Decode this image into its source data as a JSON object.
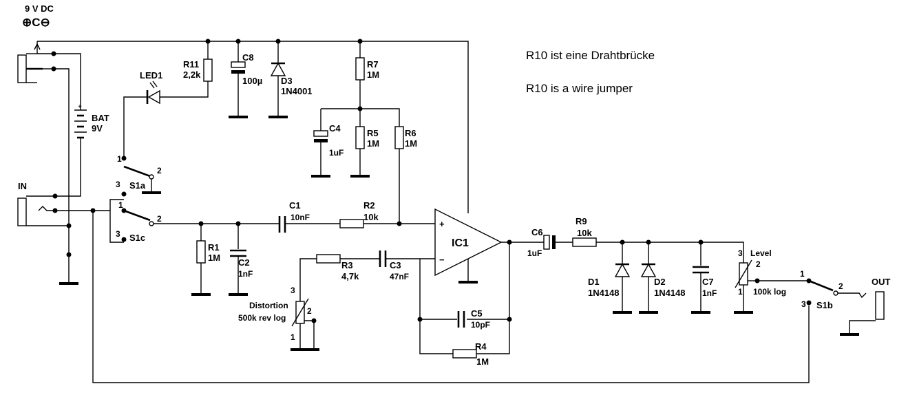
{
  "power_jack": {
    "label": "9 V DC",
    "symbol": "⊕C⊖"
  },
  "notes": {
    "line1": "R10 ist eine Drahtbrücke",
    "line2": "R10 is a wire jumper"
  },
  "jacks": {
    "in": "IN",
    "out": "OUT"
  },
  "components": {
    "bat": {
      "ref": "BAT",
      "value": "9V"
    },
    "led1": {
      "ref": "LED1"
    },
    "r11": {
      "ref": "R11",
      "value": "2,2k"
    },
    "c8": {
      "ref": "C8",
      "value": "100µ"
    },
    "d3": {
      "ref": "D3",
      "value": "1N4001"
    },
    "r7": {
      "ref": "R7",
      "value": "1M"
    },
    "c4": {
      "ref": "C4",
      "value": "1uF"
    },
    "r5": {
      "ref": "R5",
      "value": "1M"
    },
    "r6": {
      "ref": "R6",
      "value": "1M"
    },
    "s1a": {
      "ref": "S1a",
      "pin1": "1",
      "pin2": "2",
      "pin3": "3"
    },
    "s1c": {
      "ref": "S1c",
      "pin1": "1",
      "pin2": "2",
      "pin3": "3"
    },
    "s1b": {
      "ref": "S1b",
      "pin1": "1",
      "pin2": "2",
      "pin3": "3"
    },
    "c1": {
      "ref": "C1",
      "value": "10nF"
    },
    "r2": {
      "ref": "R2",
      "value": "10k"
    },
    "r1": {
      "ref": "R1",
      "value": "1M"
    },
    "c2": {
      "ref": "C2",
      "value": "1nF"
    },
    "r3": {
      "ref": "R3",
      "value": "4,7k"
    },
    "c3": {
      "ref": "C3",
      "value": "47nF"
    },
    "distortion": {
      "ref": "Distortion",
      "value": "500k rev log",
      "pin1": "1",
      "pin2": "2",
      "pin3": "3"
    },
    "ic1": {
      "ref": "IC1",
      "plus": "+",
      "minus": "−"
    },
    "c5": {
      "ref": "C5",
      "value": "10pF"
    },
    "r4": {
      "ref": "R4",
      "value": "1M"
    },
    "c6": {
      "ref": "C6",
      "value": "1uF"
    },
    "r9": {
      "ref": "R9",
      "value": "10k"
    },
    "d1": {
      "ref": "D1",
      "value": "1N4148"
    },
    "d2": {
      "ref": "D2",
      "value": "1N4148"
    },
    "c7": {
      "ref": "C7",
      "value": "1nF"
    },
    "level": {
      "ref": "Level",
      "value": "100k log",
      "pin1": "1",
      "pin2": "2",
      "pin3": "3"
    }
  }
}
